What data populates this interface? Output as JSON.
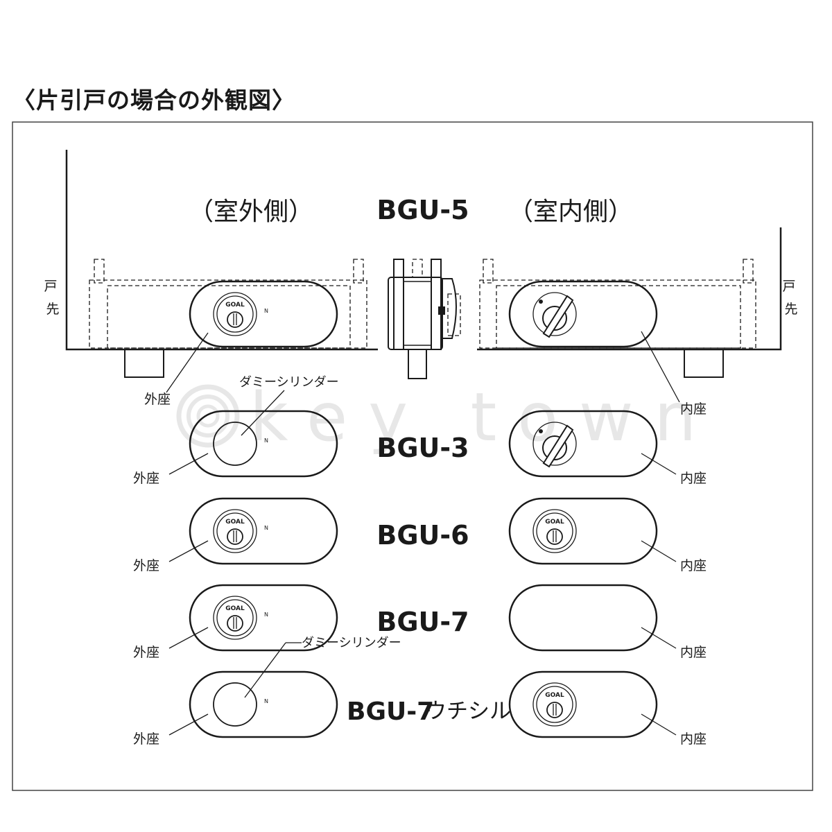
{
  "heading": "〈片引戸の場合の外観図〉",
  "sides": {
    "outdoor": "（室外側）",
    "indoor": "（室内側）"
  },
  "door_edge": {
    "left": "戸先",
    "right": "戸先"
  },
  "brand": "GOAL",
  "marks": {
    "small_n": "N"
  },
  "labels": {
    "outer_seat": "外座",
    "inner_seat": "内座",
    "dummy_cylinder": "ダミーシリンダー"
  },
  "models": [
    {
      "name": "BGU-5",
      "suffix": "",
      "outer": "cylinder",
      "inner": "thumbturn",
      "dummy_label": false
    },
    {
      "name": "BGU-3",
      "suffix": "",
      "outer": "dummy",
      "inner": "thumbturn",
      "dummy_label": true
    },
    {
      "name": "BGU-6",
      "suffix": "",
      "outer": "cylinder",
      "inner": "cylinder",
      "dummy_label": false
    },
    {
      "name": "BGU-7",
      "suffix": "",
      "outer": "cylinder",
      "inner": "blank",
      "dummy_label": false
    },
    {
      "name": "BGU-7",
      "suffix": "ウチシル",
      "outer": "dummy",
      "inner": "cylinder",
      "dummy_label": true
    }
  ],
  "watermark": "key town"
}
